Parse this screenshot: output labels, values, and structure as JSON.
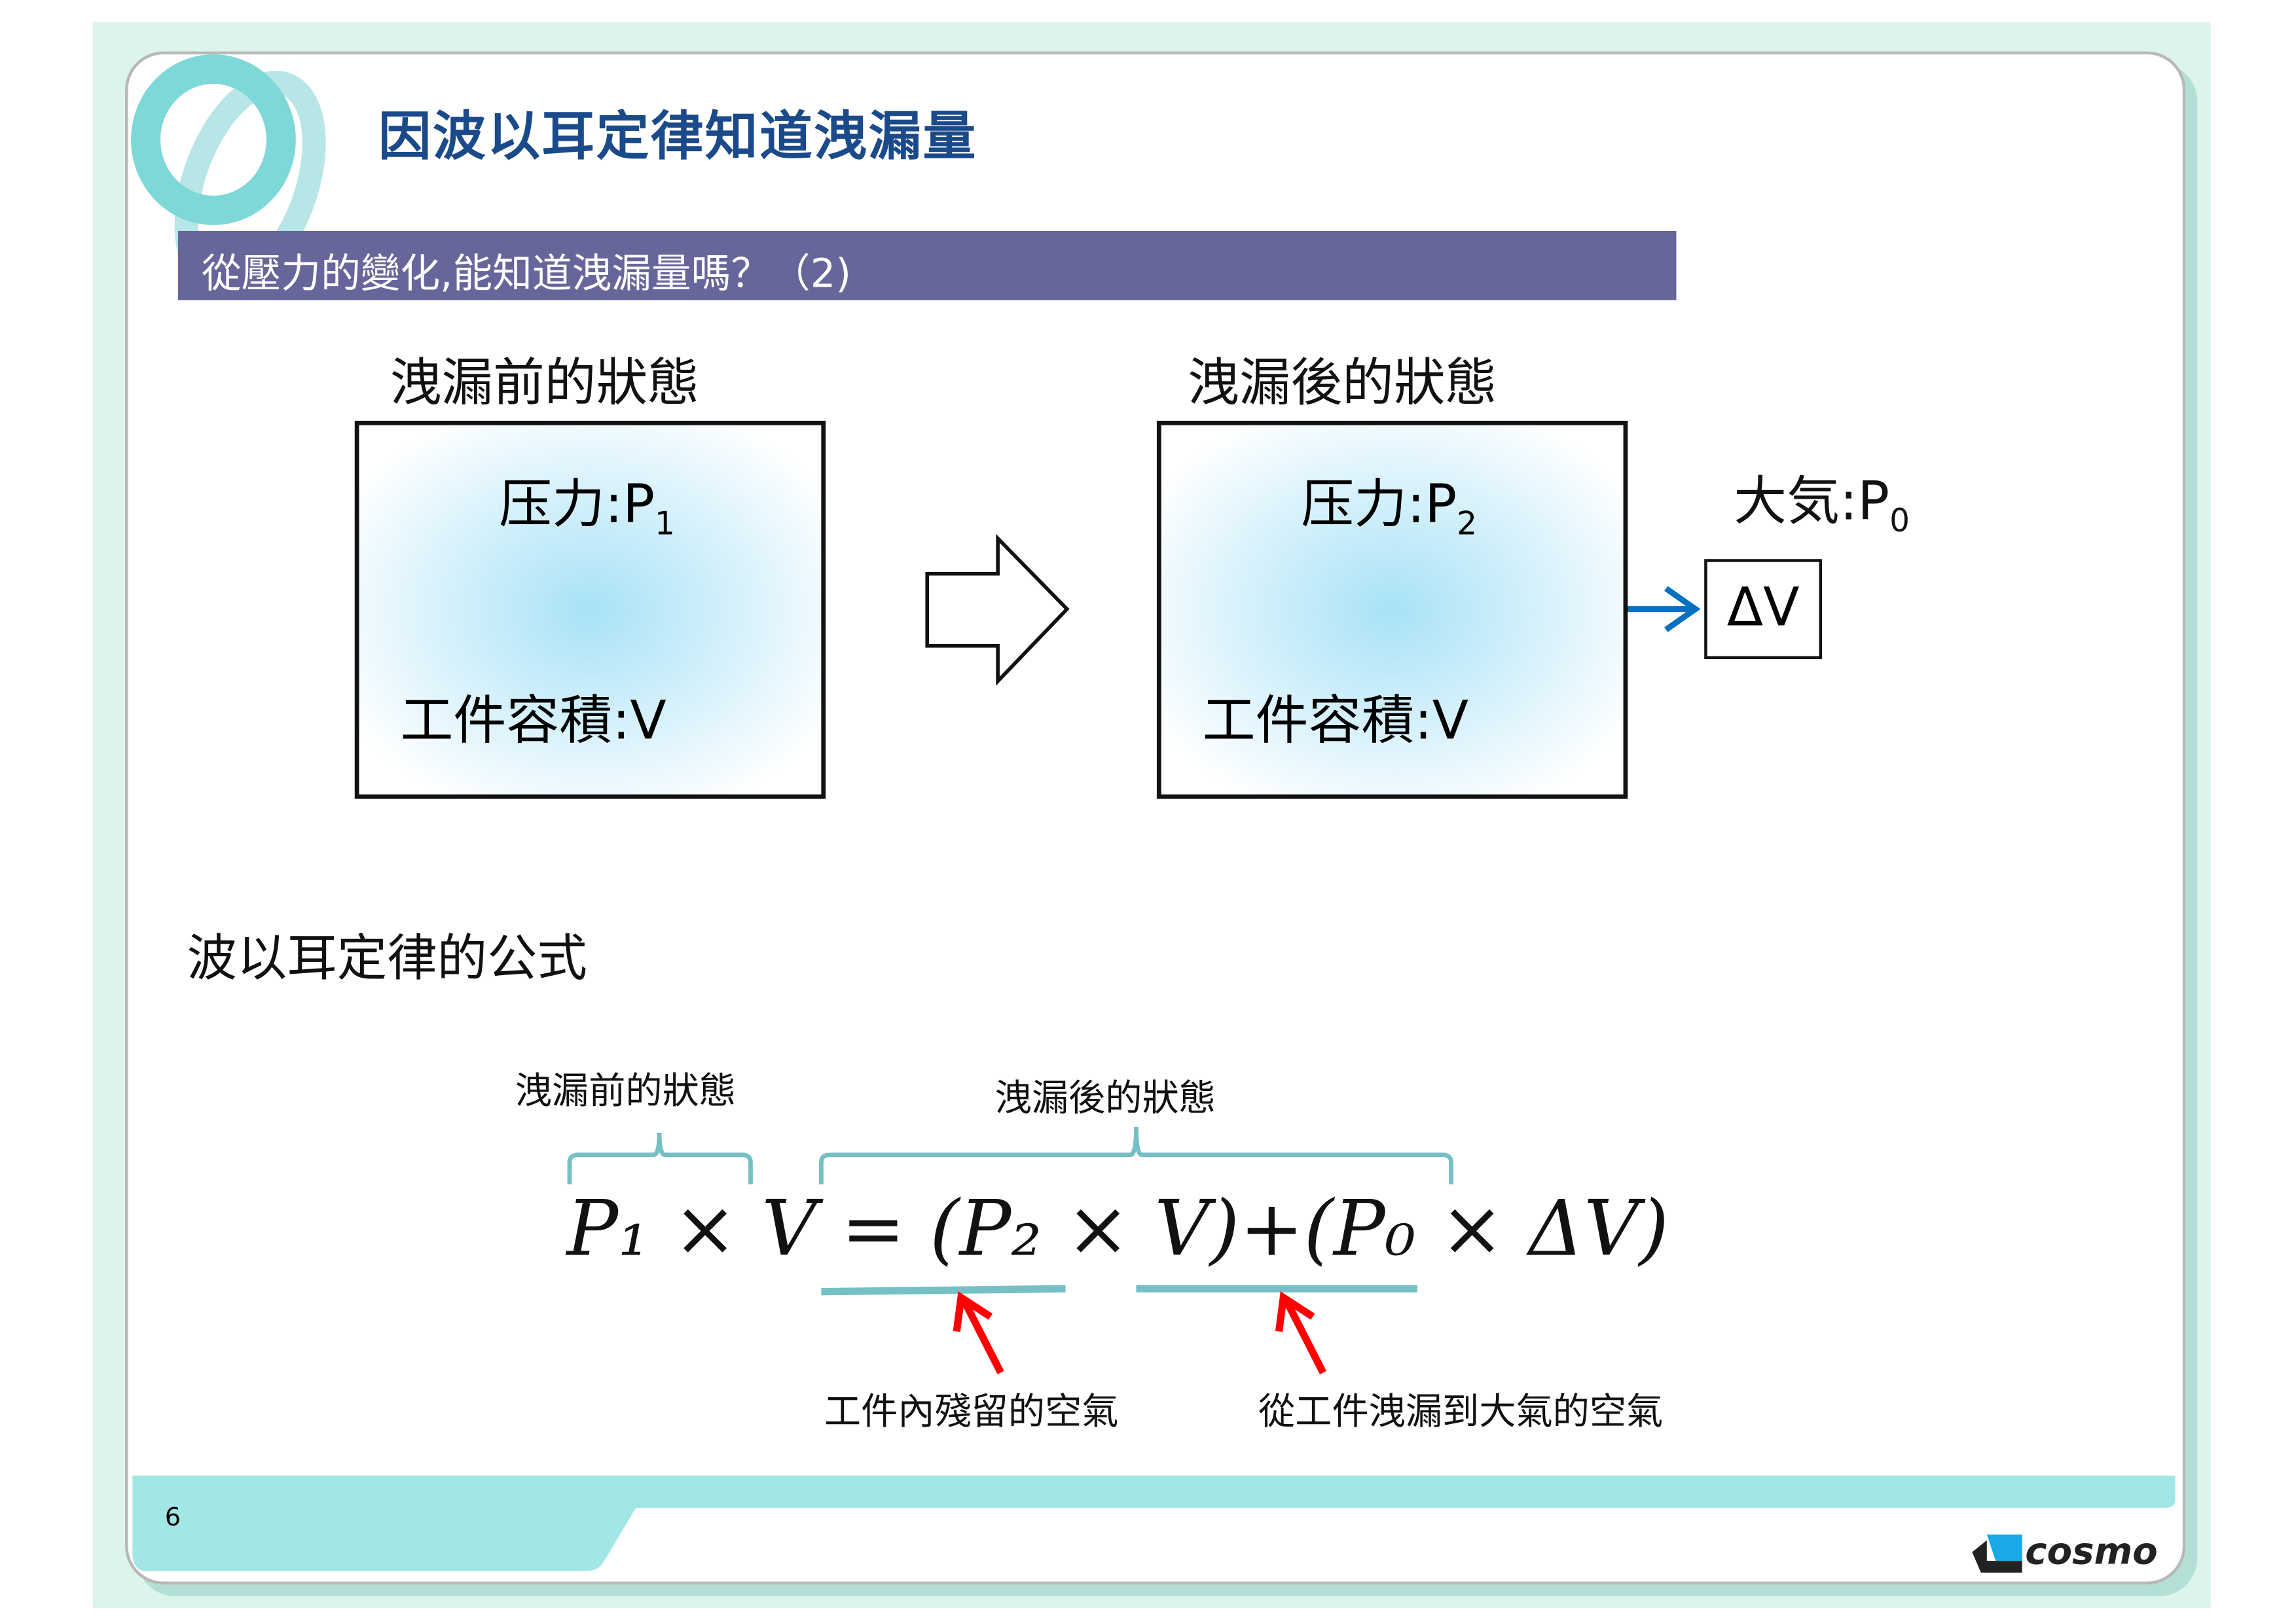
{
  "title": "因波以耳定律知道洩漏量",
  "subtitle": "從壓力的變化,能知道洩漏量嗎？（2)",
  "diagram": {
    "before_label": "洩漏前的狀態",
    "after_label": "洩漏後的狀態",
    "before_pressure": "压力:P",
    "before_pressure_sub": "1",
    "after_pressure": "压力:P",
    "after_pressure_sub": "2",
    "volume_before": "工件容積:V",
    "volume_after": "工件容積:V",
    "atmosphere": "大気:P",
    "atmosphere_sub": "0",
    "delta_v": "ΔV"
  },
  "formula_section": {
    "heading": "波以耳定律的公式",
    "before_label": "洩漏前的狀態",
    "after_label": "洩漏後的狀態",
    "lhs": "P₁ × V",
    "equals": "=",
    "term1": "(P₂ × V)",
    "plus": "+",
    "term2": "(P₀ × ΔV)",
    "note1": "工件內殘留的空氣",
    "note2": "從工件洩漏到大氣的空氣"
  },
  "footer": {
    "page_number": "6",
    "logo": "cosmo"
  },
  "colors": {
    "title": "#1a4a8a",
    "subbar": "#67669a",
    "teal": "#75c0c4",
    "red": "#ff0000",
    "blue": "#0070c0"
  }
}
